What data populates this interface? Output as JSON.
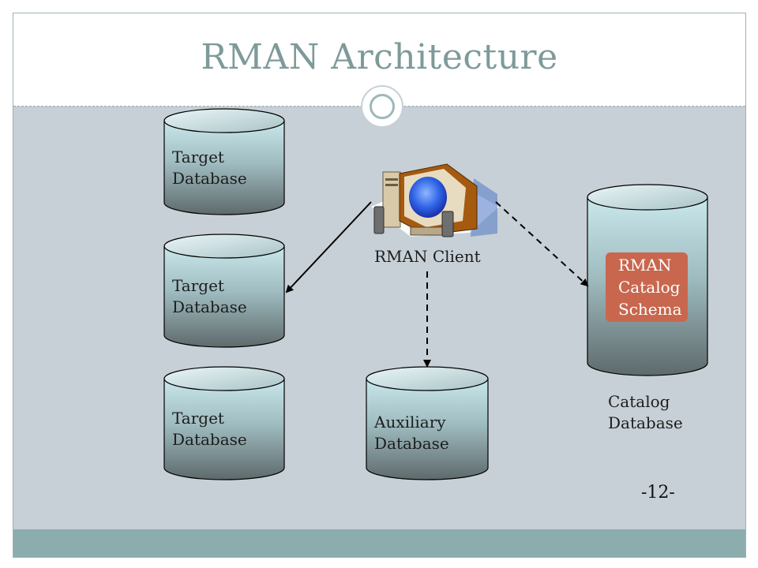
{
  "title": "RMAN Architecture",
  "nodes": {
    "target_db_1": [
      "Target",
      "Database"
    ],
    "target_db_2": [
      "Target",
      "Database"
    ],
    "target_db_3": [
      "Target",
      "Database"
    ],
    "auxiliary_db": [
      "Auxiliary",
      "Database"
    ],
    "client": "RMAN Client",
    "catalog_schema": [
      "RMAN",
      "Catalog",
      "Schema"
    ],
    "catalog_db": [
      "Catalog",
      "Database"
    ]
  },
  "page_number": "-12-",
  "colors": {
    "title": "#7e9a9a",
    "content_bg": "#c7d0d6",
    "bottom_bar": "#8cadad",
    "cylinder_light": "#c9e8ec",
    "cylinder_dark": "#5e6a6c",
    "catalog_schema": "#c8674e"
  },
  "icons": [
    "computer-icon"
  ]
}
